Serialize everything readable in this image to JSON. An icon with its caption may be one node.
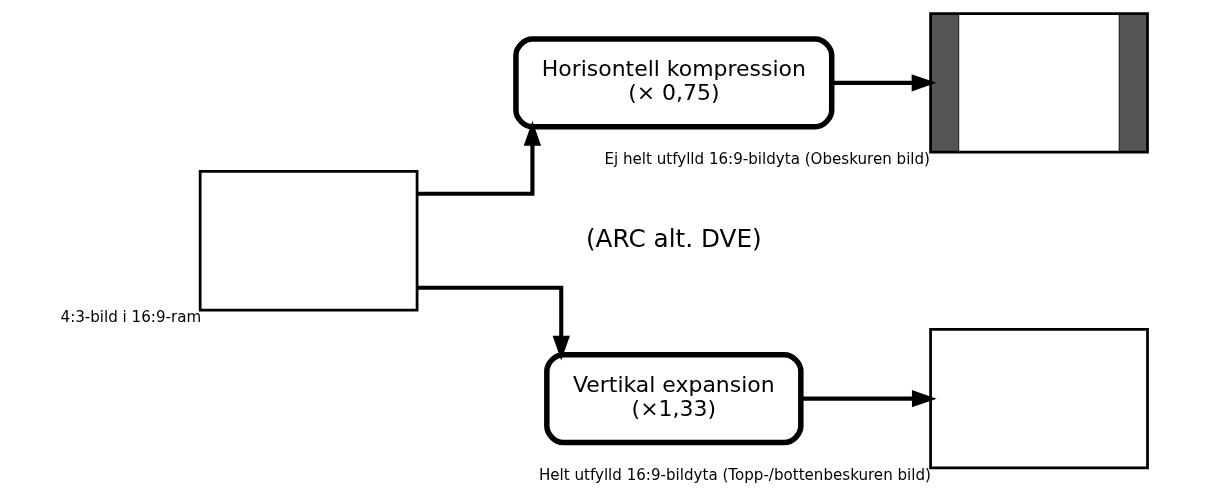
{
  "diagram": {
    "nodes": [
      {
        "text": [],
        "shape": "box",
        "beside": [
          "4:3-bild i 16:9-ram"
        ]
      },
      {
        "text": [
          "Horisontell kompression",
          "(× 0,75)"
        ]
      },
      {
        "text": [
          "Vertikal expansion",
          "(×1,33)"
        ]
      },
      {
        "text": [],
        "shape": "box",
        "beside": [
          "Ej helt utfylld 16:9-bildyta (Obeskuren bild)"
        ]
      },
      {
        "text": [],
        "shape": "box",
        "beside": [
          "Helt utfylld 16:9-bildyta (Topp-/bottenbeskuren bild)"
        ]
      }
    ],
    "edges": [
      {
        "from": 0,
        "to": 1,
        "arrow": "to"
      },
      {
        "from": 0,
        "to": 2,
        "arrow": "to"
      },
      {
        "from": 1,
        "to": 3,
        "arrow": "to"
      },
      {
        "from": 2,
        "to": 4,
        "arrow": "to"
      }
    ],
    "labels": [
      "(ARC alt. DVE)"
    ]
  }
}
